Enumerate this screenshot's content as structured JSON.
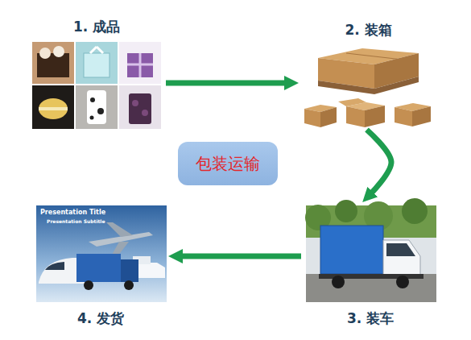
{
  "diagram": {
    "nodes": [
      {
        "text": [
          "1. 成品"
        ]
      },
      {
        "text": [
          "2. 装箱"
        ]
      },
      {
        "text": [
          "包装运输"
        ]
      },
      {
        "text": [
          "3. 装车"
        ]
      },
      {
        "text": [
          "4. 发货"
        ]
      }
    ],
    "edges": [
      {
        "from": 0,
        "to": 1,
        "arrow": "to"
      },
      {
        "from": 1,
        "to": 3,
        "arrow": "to"
      },
      {
        "from": 3,
        "to": 4,
        "arrow": "to"
      }
    ],
    "labels": [
      "Presentation Title",
      "Presentation Subtitle"
    ]
  }
}
